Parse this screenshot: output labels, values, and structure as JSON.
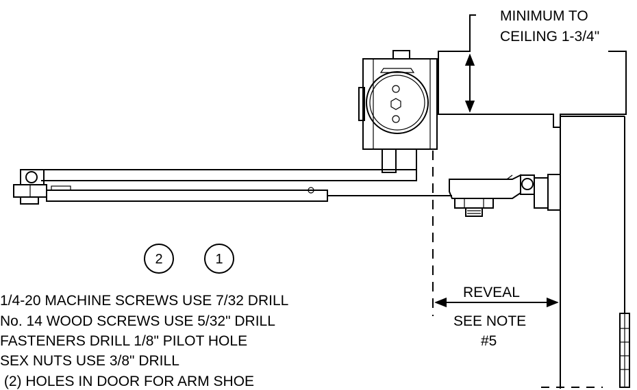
{
  "callouts": {
    "ceiling_line1": "MINIMUM TO",
    "ceiling_line2": "CEILING 1-3/4\"",
    "reveal": "REVEAL",
    "see_note": "SEE NOTE",
    "note_number": "#5"
  },
  "markers": [
    "2",
    "1"
  ],
  "notes": [
    "1/4-20 MACHINE SCREWS USE 7/32 DRILL",
    "No. 14 WOOD SCREWS USE 5/32\" DRILL",
    "FASTENERS DRILL 1/8\"  PILOT HOLE",
    "SEX NUTS USE 3/8\" DRILL",
    " (2) HOLES IN DOOR FOR ARM SHOE"
  ]
}
